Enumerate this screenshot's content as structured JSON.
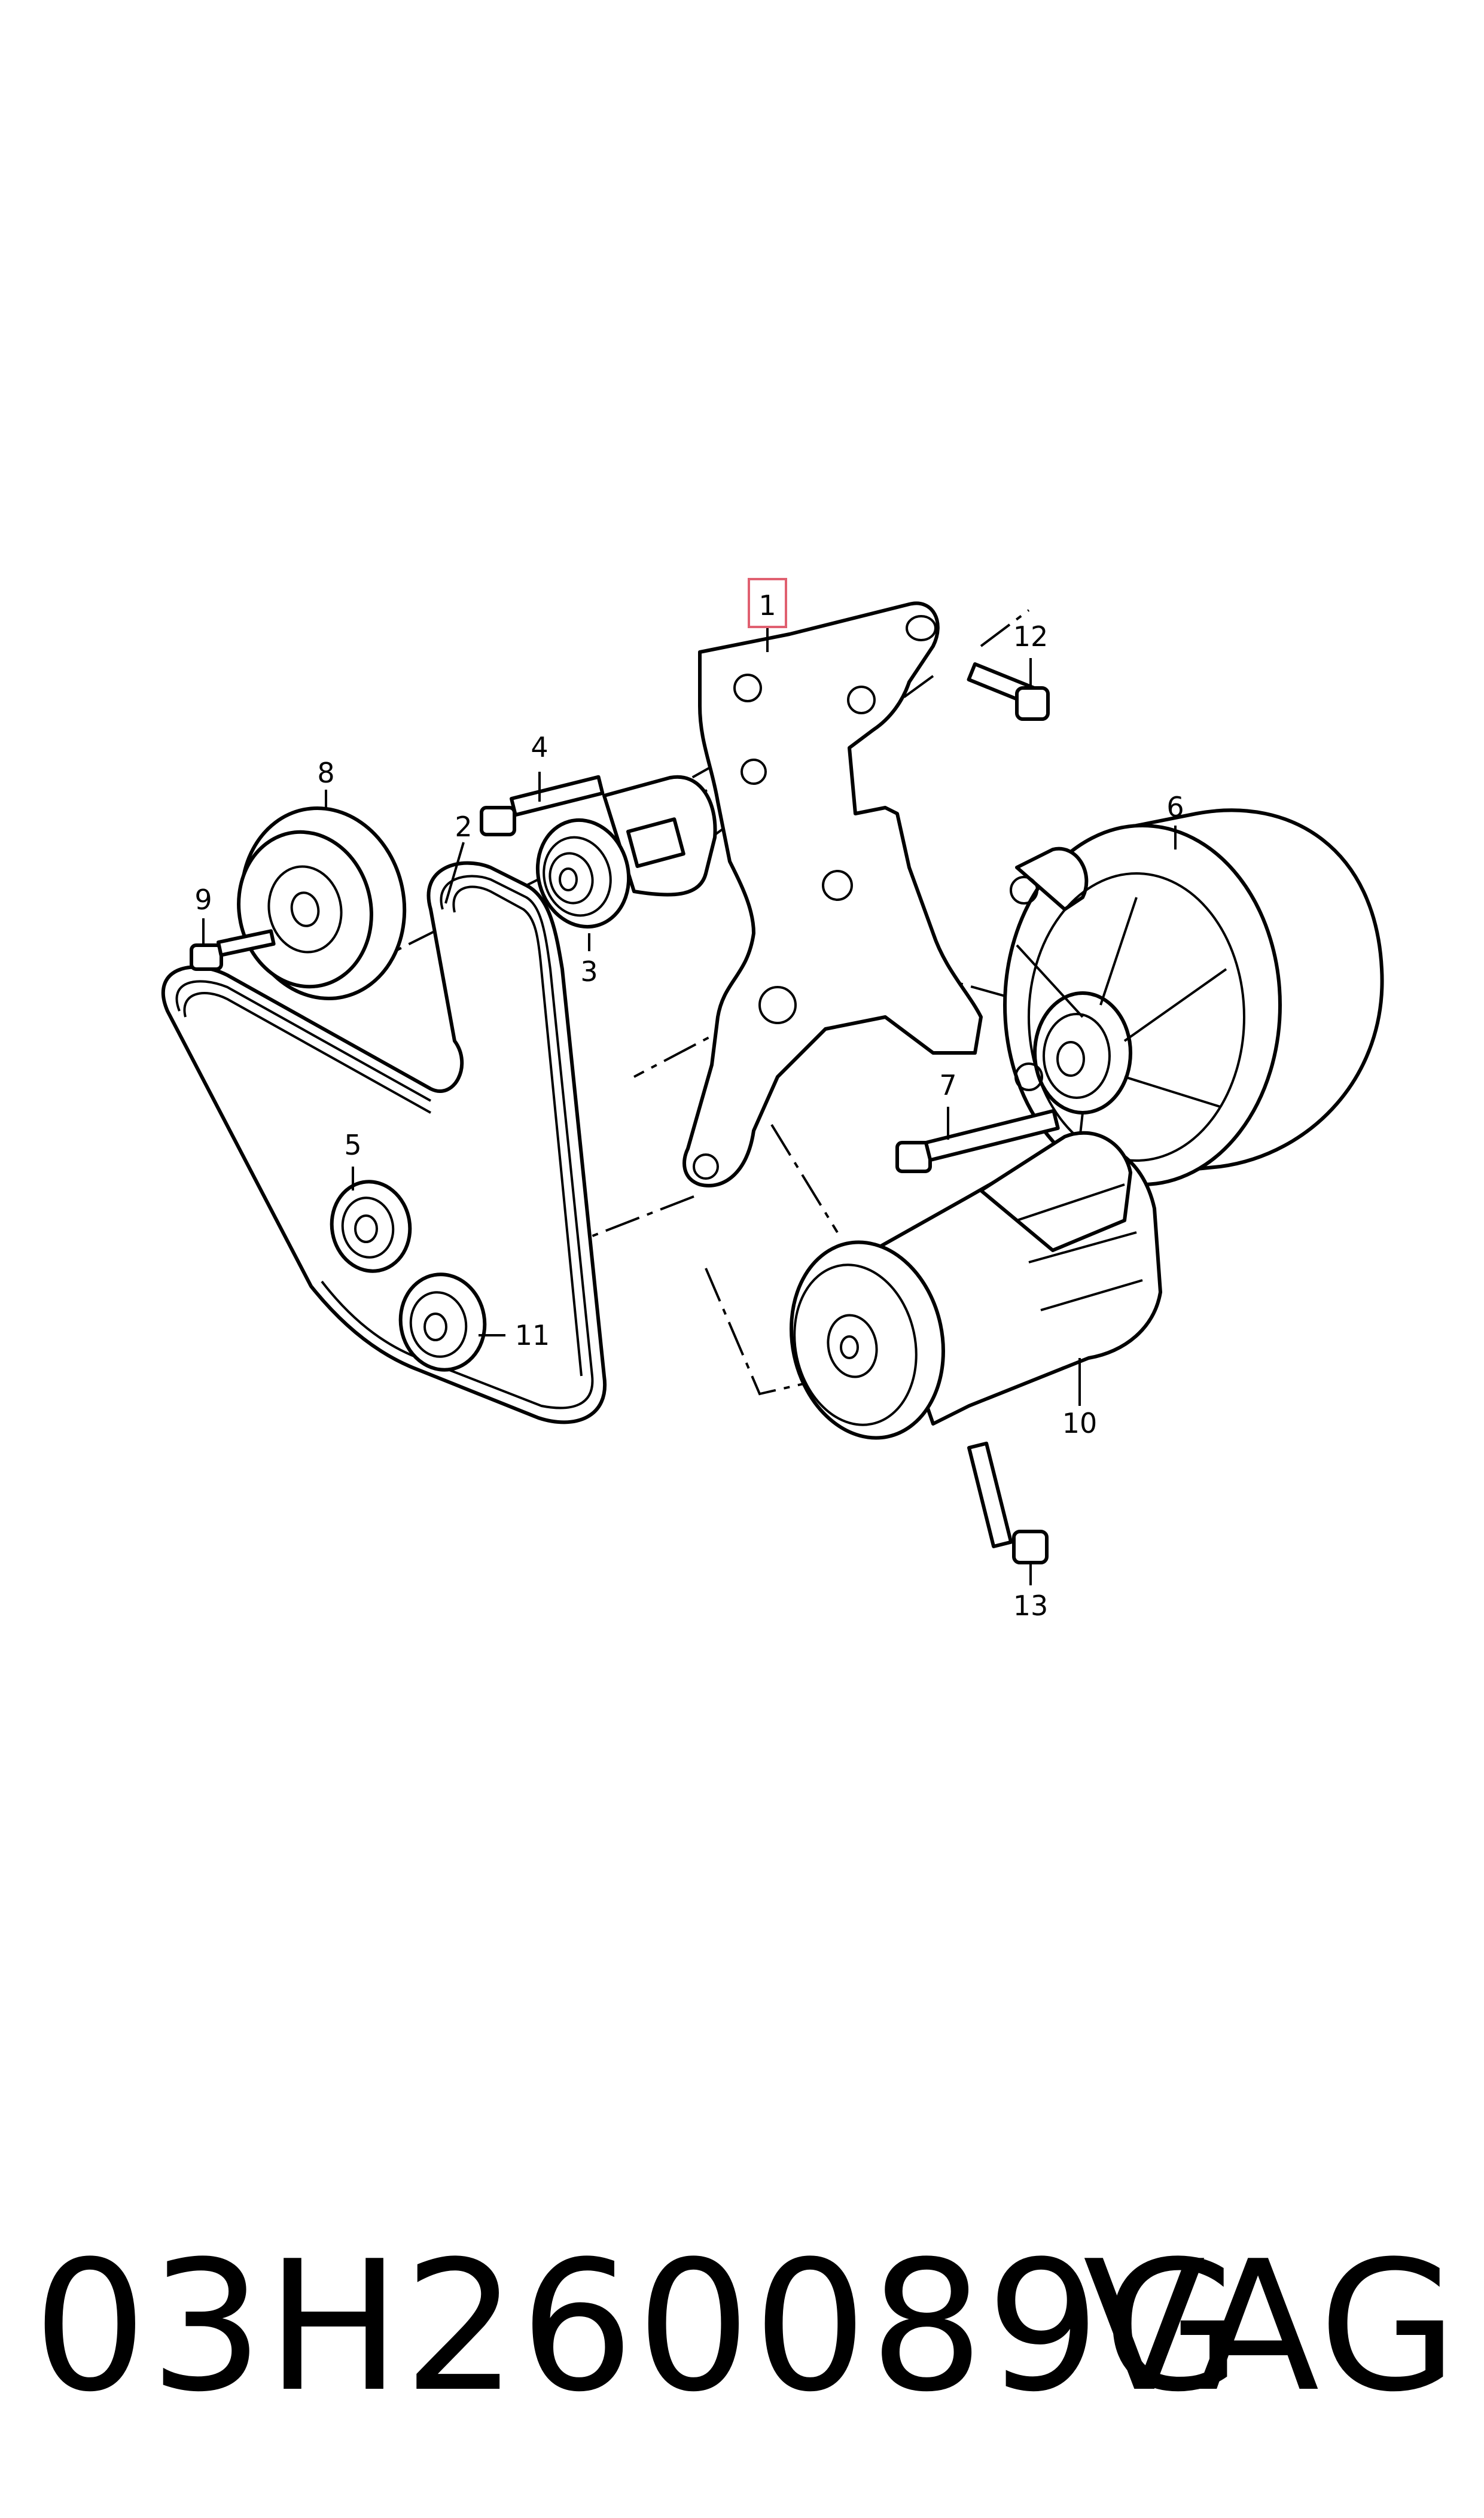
{
  "diagram": {
    "highlight_color": "#e06070",
    "callouts": {
      "c1": "1",
      "c2": "2",
      "c3": "3",
      "c4": "4",
      "c5": "5",
      "c6": "6",
      "c7": "7",
      "c8": "8",
      "c9": "9",
      "c10": "10",
      "c11": "11",
      "c12": "12",
      "c13": "13"
    }
  },
  "footer": {
    "part_number": "03H260089G",
    "brand": "VAG"
  }
}
